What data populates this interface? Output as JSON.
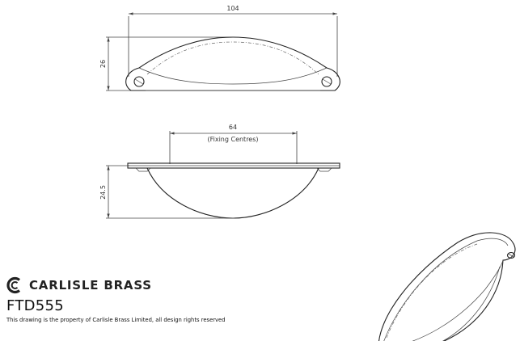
{
  "dimensions": {
    "top_view_width": "104",
    "top_view_height": "26",
    "fixing_centres_value": "64",
    "fixing_centres_note": "(Fixing Centres)",
    "side_view_height": "24.5"
  },
  "brand": {
    "name": "CARLISLE BRASS",
    "logo_icon": "carlisle-c-logo-icon"
  },
  "product": {
    "code": "FTD555"
  },
  "footer": {
    "notice": "This drawing is the property of Carlisle Brass Limited, all design rights reserved"
  }
}
